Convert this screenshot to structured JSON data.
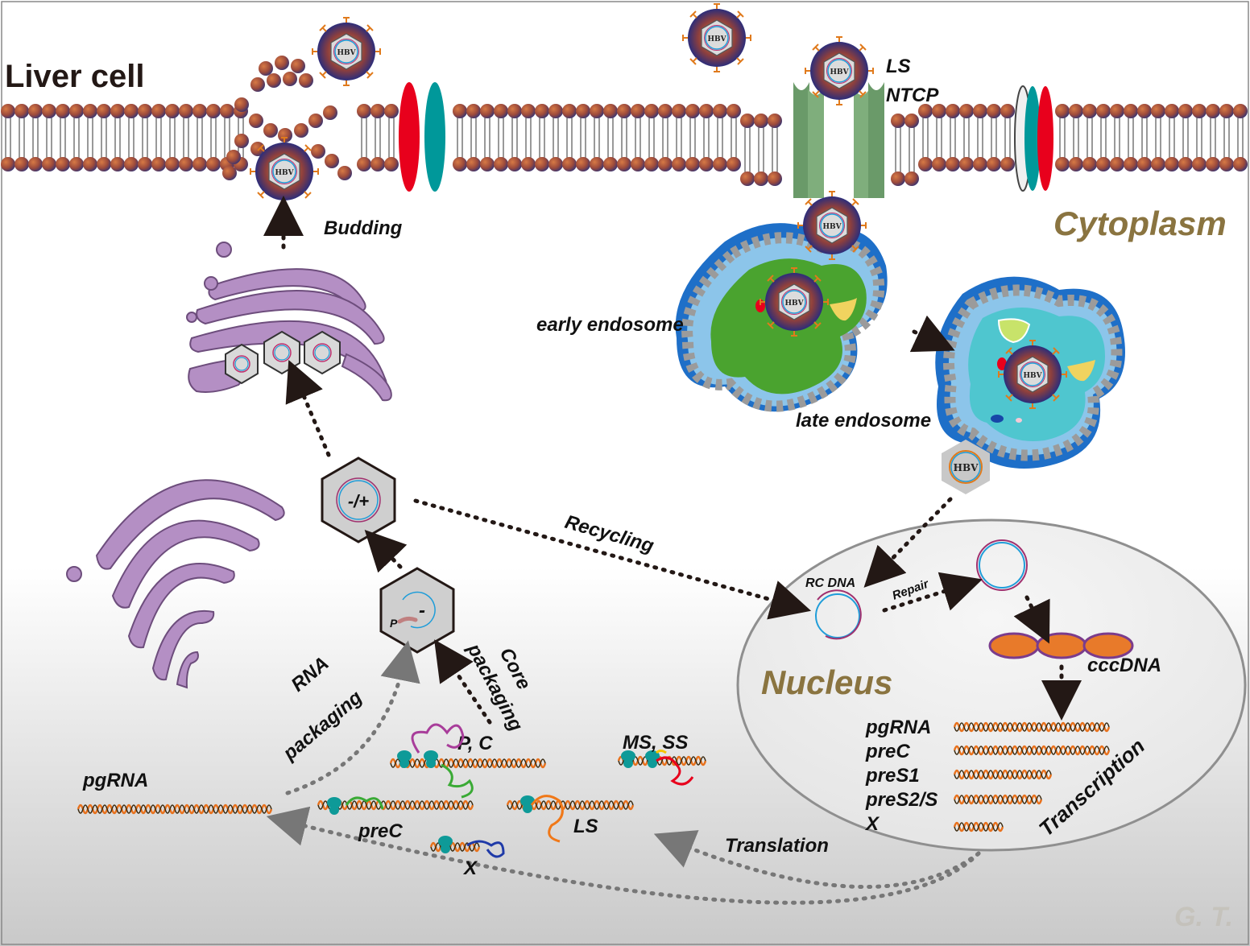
{
  "labels": {
    "liver_cell": "Liver cell",
    "cytoplasm": "Cytoplasm",
    "nucleus": "Nucleus",
    "ls": "LS",
    "ntcp": "NTCP",
    "budding": "Budding",
    "early_endosome": "early endosome",
    "late_endosome": "late endosome",
    "recycling": "Recycling",
    "rc_dna": "RC DNA",
    "repair": "Repair",
    "cccdna": "cccDNA",
    "transcription": "Transcription",
    "translation": "Translation",
    "rna_packaging_1": "RNA",
    "rna_packaging_2": "packaging",
    "core_packaging_1": "Core",
    "core_packaging_2": "packaging",
    "pgrna_cyto": "pgRNA",
    "prec_cyto": "preC",
    "ls_cyto": "LS",
    "x_cyto": "X",
    "pc_cyto": "P, C",
    "ms_ss": "MS, SS",
    "capsid_pm": "-/+",
    "capsid_minus": "-",
    "capsid_p": "P",
    "hbv": "HBV",
    "watermark": "G. T."
  },
  "transcripts": [
    "pgRNA",
    "preC",
    "preS1",
    "preS2/S",
    "X"
  ],
  "colors": {
    "lipid_head": "#a24a3c",
    "golgi": "#b48fc4",
    "ntcp": "#6a9a69",
    "channel_red": "#e8001c",
    "channel_teal": "#00989a",
    "nucleus_fill": "#eeeeee",
    "cccdna": "#e87a2a",
    "early_endosome": "#4aa32f",
    "late_endosome": "#4fc6cf",
    "endosome_rim": "#1e6fc8",
    "arrow": "#231815",
    "grey_arrow": "#777777"
  },
  "icons": [
    "hbv-virion-icon",
    "capsid-icon",
    "ribosome-icon",
    "mrna-icon"
  ]
}
